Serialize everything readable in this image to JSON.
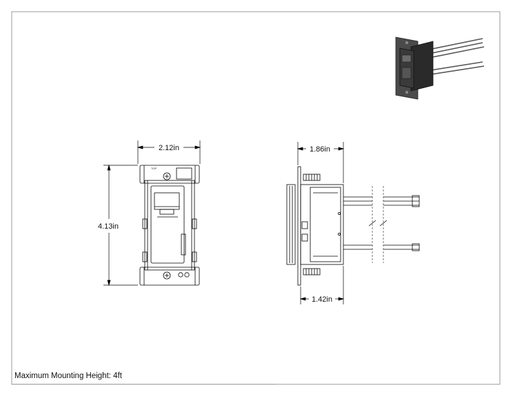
{
  "dimensions": {
    "front_width": "2.12in",
    "front_height": "4.13in",
    "side_depth": "1.86in",
    "side_body_depth": "1.42in"
  },
  "front_view": {
    "top_marking": "TOP"
  },
  "note": {
    "text": "Maximum Mounting Height: 4ft"
  },
  "colors": {
    "line": "#000000",
    "frame": "#999999",
    "preview_body": "#3a3a3a"
  }
}
